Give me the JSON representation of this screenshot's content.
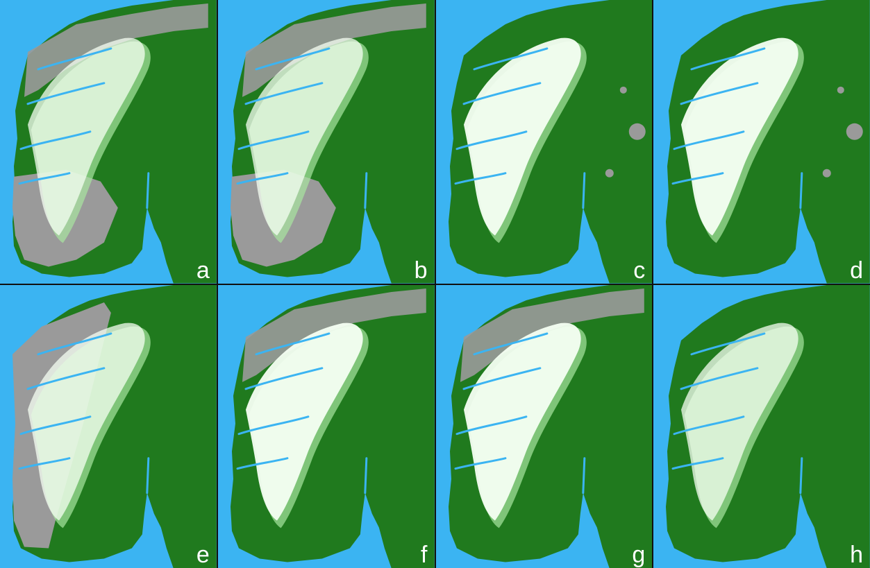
{
  "figure": {
    "panels": [
      {
        "label": "a",
        "grey": "high",
        "snow": "medium",
        "southGrey": true
      },
      {
        "label": "b",
        "grey": "high",
        "snow": "medium",
        "southGrey": true
      },
      {
        "label": "c",
        "grey": "low",
        "snow": "high",
        "southGrey": false
      },
      {
        "label": "d",
        "grey": "low",
        "snow": "high",
        "southGrey": false
      },
      {
        "label": "e",
        "grey": "west",
        "snow": "medium",
        "southGrey": false
      },
      {
        "label": "f",
        "grey": "north",
        "snow": "high",
        "southGrey": false
      },
      {
        "label": "g",
        "grey": "north",
        "snow": "high",
        "southGrey": false
      },
      {
        "label": "h",
        "grey": "none",
        "snow": "medium",
        "southGrey": false
      }
    ],
    "colors": {
      "sea": "#3bb4f2",
      "forest": "#207a1e",
      "grey": "#9a9a9a",
      "snow": "#f5fff3",
      "light_green": "#a8e6a0",
      "label": "#ffffff"
    }
  }
}
